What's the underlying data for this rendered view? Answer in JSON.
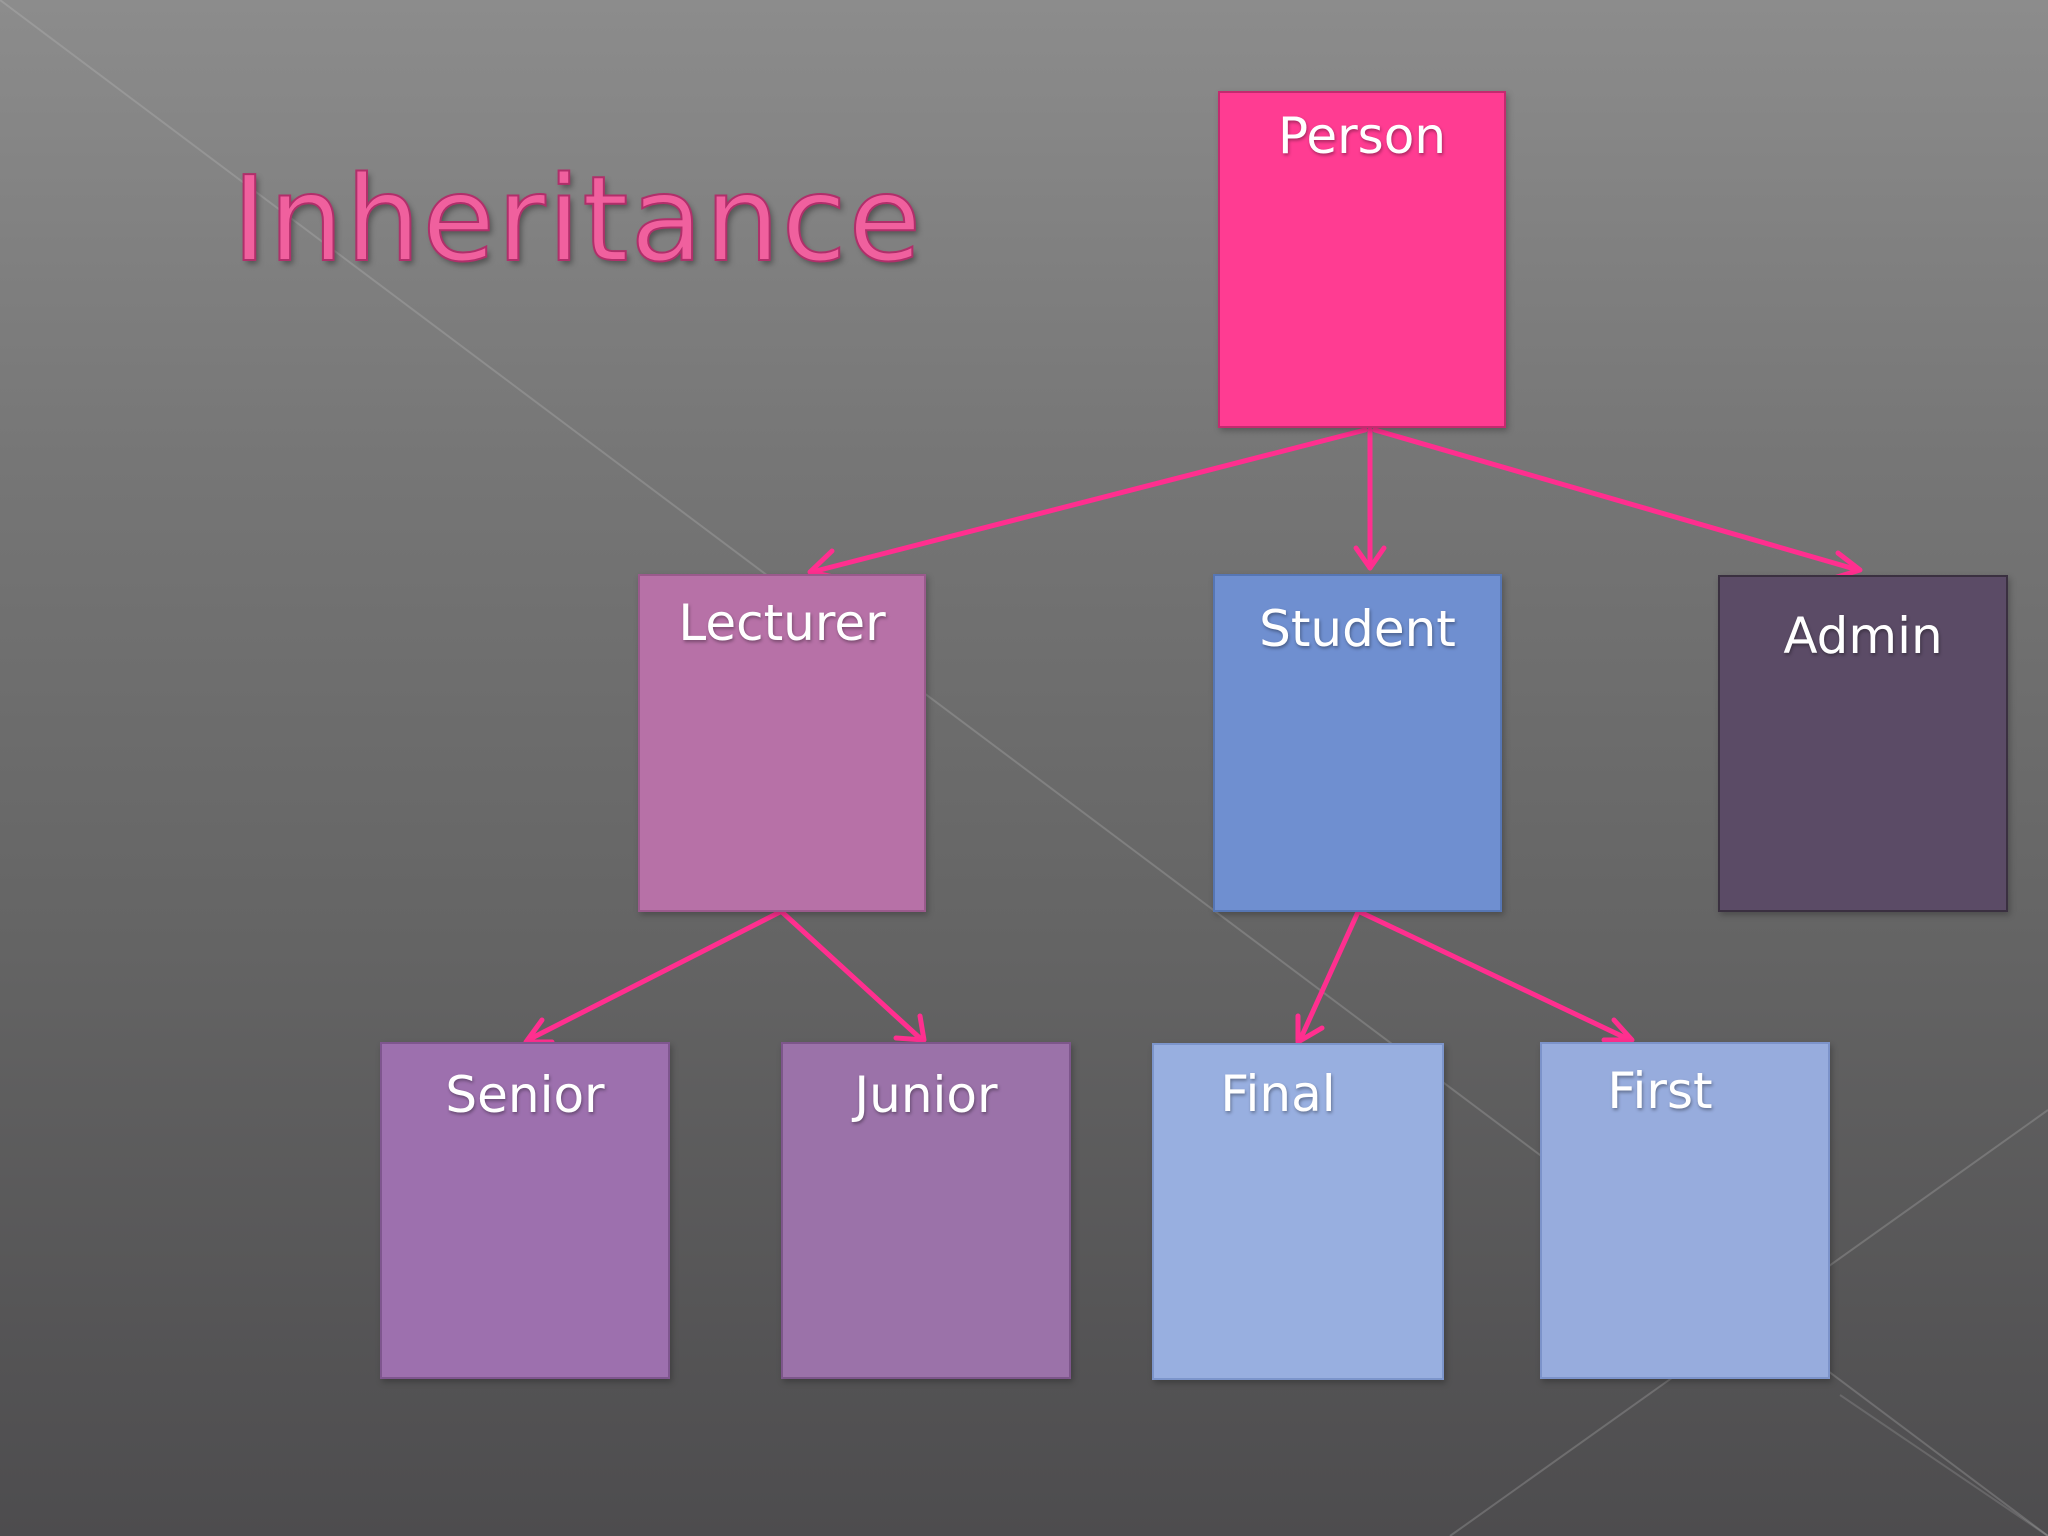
{
  "title": "Inheritance",
  "colors": {
    "arrow": "#ff2f8f",
    "title": "#f0609e",
    "person": "#ff3c92",
    "lecturer": "#b771a7",
    "student": "#6f8fd0",
    "admin": "#5b4b66",
    "senior": "#9d70ae",
    "junior": "#9b72a9",
    "final": "#98afe0",
    "first": "#97acdd"
  },
  "nodes": {
    "person": "Person",
    "lecturer": "Lecturer",
    "student": "Student",
    "admin": "Admin",
    "senior": "Senior",
    "junior": "Junior",
    "final": "Final",
    "first": "First"
  },
  "edges": [
    {
      "from": "Person",
      "to": "Lecturer"
    },
    {
      "from": "Person",
      "to": "Student"
    },
    {
      "from": "Person",
      "to": "Admin"
    },
    {
      "from": "Lecturer",
      "to": "Senior"
    },
    {
      "from": "Lecturer",
      "to": "Junior"
    },
    {
      "from": "Student",
      "to": "Final"
    },
    {
      "from": "Student",
      "to": "First"
    }
  ]
}
